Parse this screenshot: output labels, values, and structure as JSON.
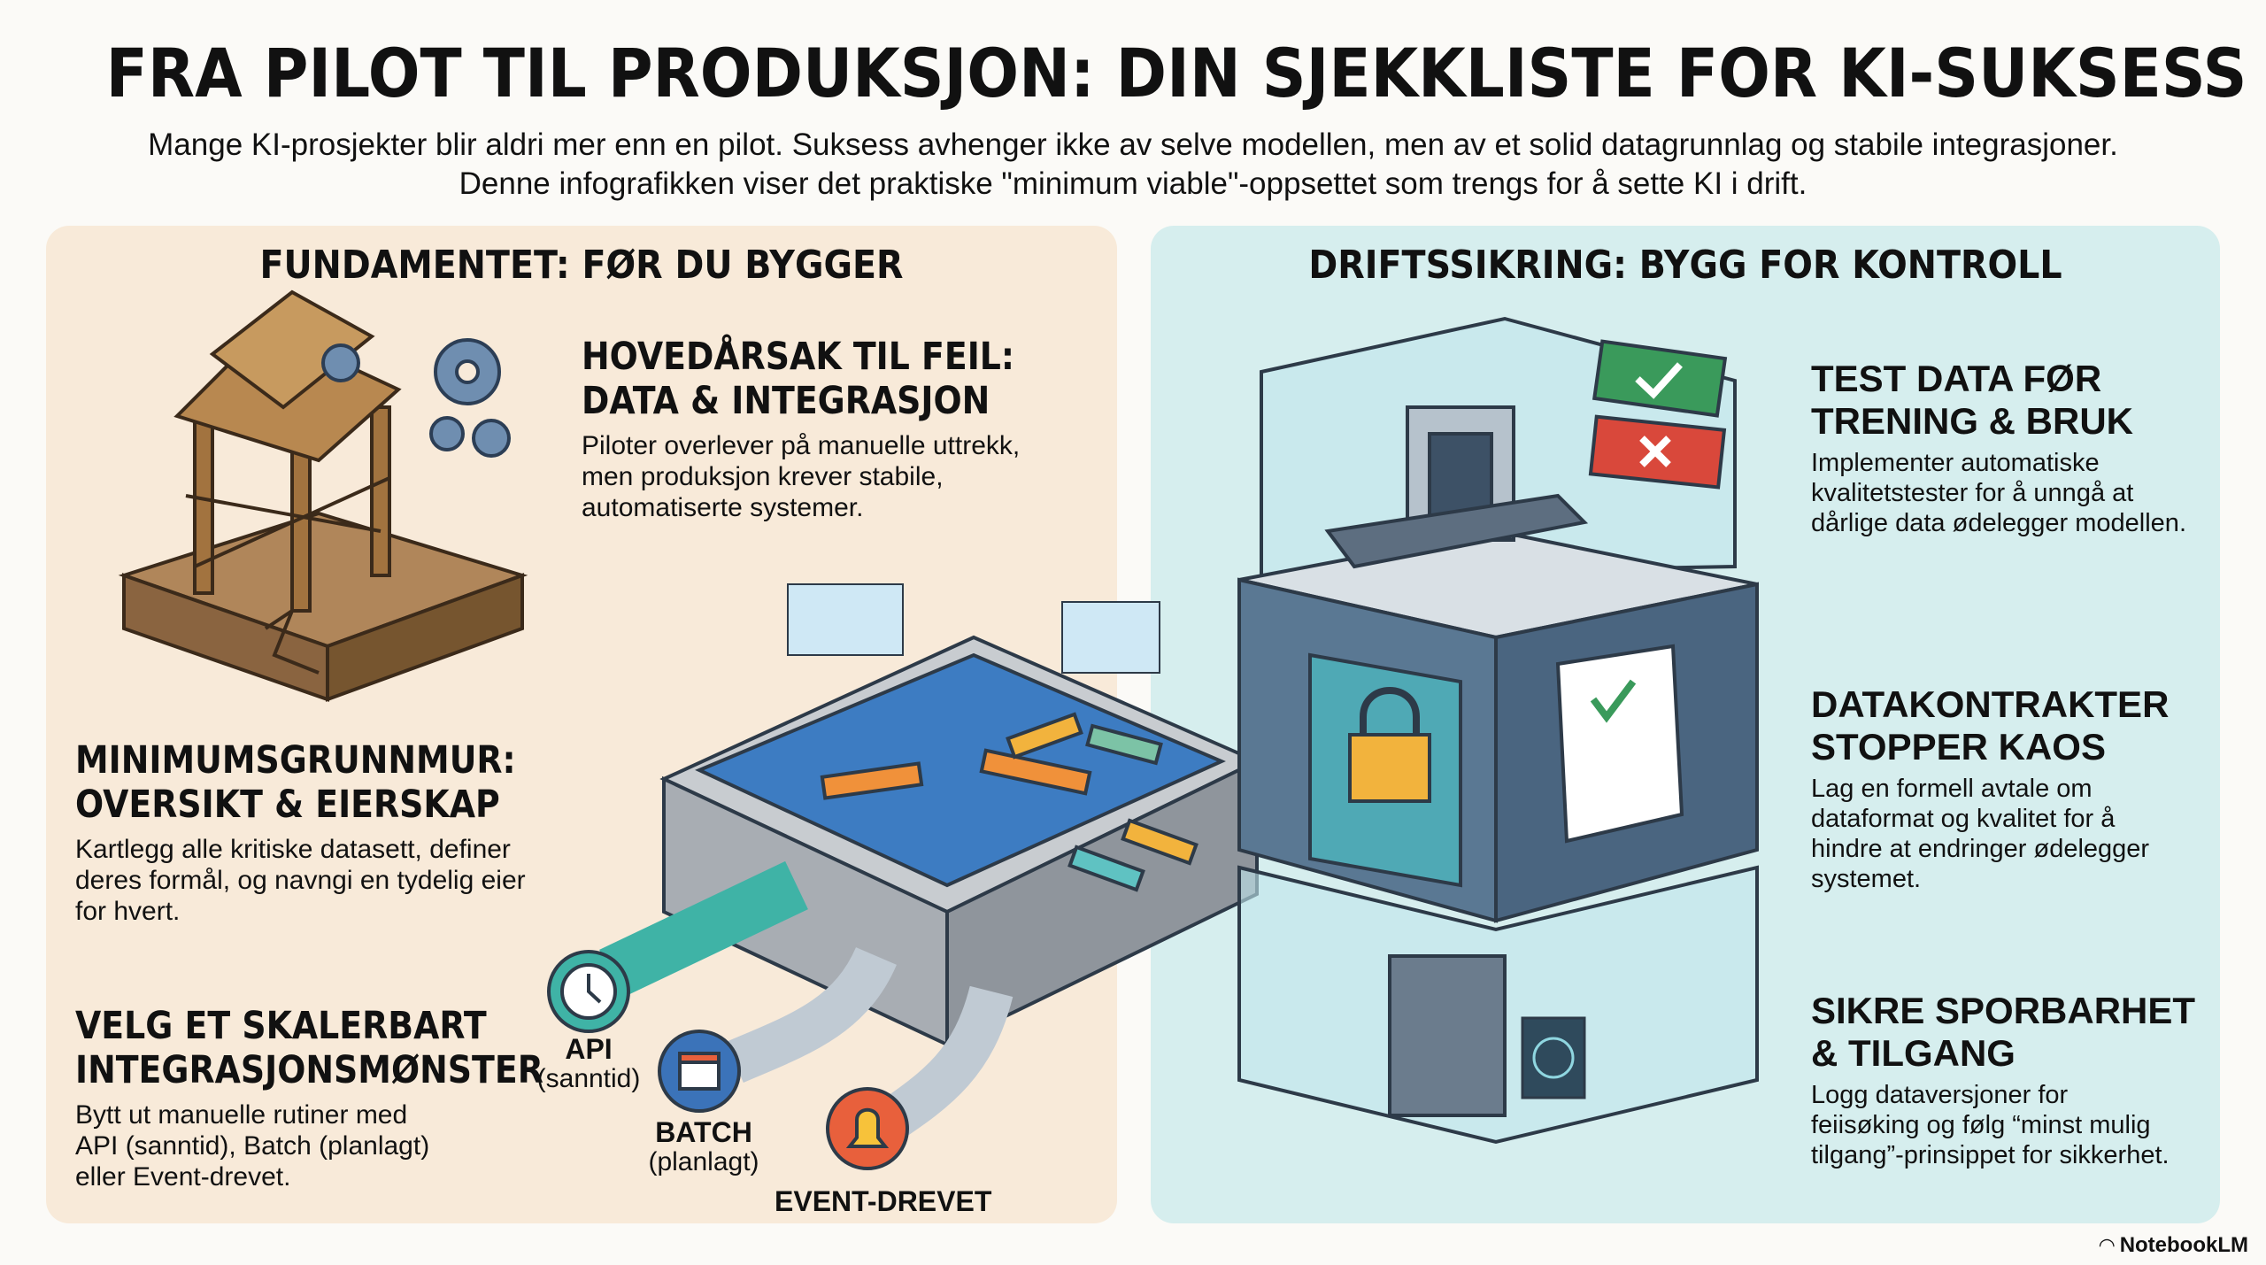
{
  "header": {
    "title": "FRA PILOT TIL PRODUKSJON: DIN SJEKKLISTE FOR KI-SUKSESS",
    "subtitle_line1": "Mange KI-prosjekter blir aldri mer enn en pilot. Suksess avhenger ikke av selve modellen, men av et solid datagrunnlag og stabile integrasjoner.",
    "subtitle_line2": "Denne infografikken viser det praktiske \"minimum viable\"-oppsettet som trengs for å sette KI i drift."
  },
  "left": {
    "heading": "FUNDAMENTET: FØR DU BYGGER",
    "sections": [
      {
        "title1": "HOVEDÅRSAK TIL FEIL:",
        "title2": "DATA & INTEGRASJON",
        "lines": [
          "Piloter overlever på manuelle uttrekk,",
          "men produksjon krever stabile,",
          "automatiserte systemer."
        ]
      },
      {
        "title1": "MINIMUMSGRUNNMUR:",
        "title2": "OVERSIKT & EIERSKAP",
        "lines": [
          "Kartlegg alle kritiske datasett, definer",
          "deres formål, og navngi en tydelig eier",
          "for hvert."
        ]
      },
      {
        "title1": "VELG ET SKALERBART",
        "title2": "INTEGRASJONSMØNSTER",
        "lines": [
          "Bytt ut manuelle rutiner med",
          "API (sanntid), Batch (planlagt)",
          "eller Event-drevet."
        ]
      }
    ],
    "pipes": [
      {
        "name": "API",
        "sub": "(sanntid)",
        "icon": "clock-icon",
        "color": "#3fb3a6"
      },
      {
        "name": "BATCH",
        "sub": "(planlagt)",
        "icon": "calendar-icon",
        "color": "#3b73b9"
      },
      {
        "name": "EVENT-DREVET",
        "sub": "",
        "icon": "bell-icon",
        "color": "#e8603c"
      }
    ]
  },
  "right": {
    "heading": "DRIFTSSIKRING: BYGG FOR KONTROLL",
    "sections": [
      {
        "title1": "TEST DATA FØR",
        "title2": "TRENING & BRUK",
        "lines": [
          "Implementer automatiske",
          "kvalitetstester for å unngå at",
          "dårlige data ødelegger modellen."
        ]
      },
      {
        "title1": "DATAKONTRAKTER",
        "title2": "STOPPER KAOS",
        "lines": [
          "Lag en formell avtale om",
          "dataformat og kvalitet for å",
          "hindre at endringer ødelegger",
          "systemet."
        ]
      },
      {
        "title1": "SIKRE SPORBARHET",
        "title2": "& TILGANG",
        "lines": [
          "Logg dataversjoner for",
          "feiisøking og følg “minst mulig",
          "tilgang”-prinsippet for sikkerhet."
        ]
      }
    ]
  },
  "footer": {
    "brand": "NotebookLM"
  },
  "colors": {
    "left_panel": "#f8ead9",
    "right_panel": "#d6eeee",
    "blueprint": "#3d7cc2",
    "check_green": "#3a9a5b",
    "cross_red": "#d9483b"
  }
}
